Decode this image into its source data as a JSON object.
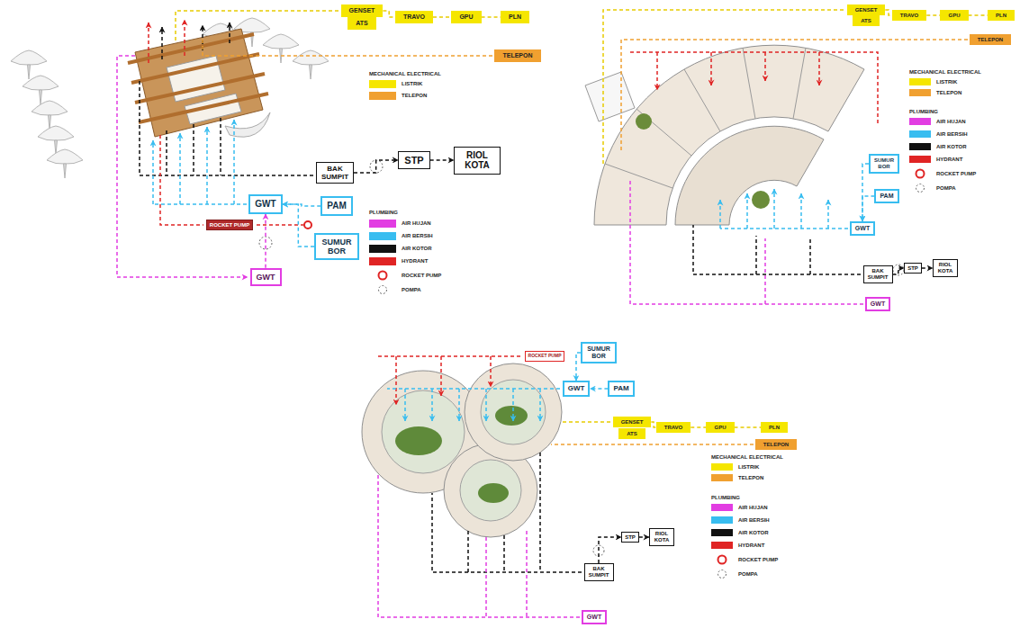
{
  "diagram": {
    "nodes": [
      {
        "text": [
          "GENSET"
        ]
      },
      {
        "text": [
          "ATS"
        ]
      },
      {
        "text": [
          "TRAVO"
        ]
      },
      {
        "text": [
          "GPU"
        ]
      },
      {
        "text": [
          "PLN"
        ]
      },
      {
        "text": [
          "TELEPON"
        ]
      },
      {
        "text": [
          "BAK SUMPIT"
        ]
      },
      {
        "text": [
          "STP"
        ]
      },
      {
        "text": [
          "RIOL KOTA"
        ]
      },
      {
        "text": [
          "GWT"
        ]
      },
      {
        "text": [
          "PAM"
        ]
      },
      {
        "text": [
          "ROCKET PUMP"
        ]
      },
      {
        "text": [
          "SUMUR BOR"
        ]
      },
      {
        "text": [
          "GWT"
        ]
      },
      {
        "text": [
          "GENSET"
        ]
      },
      {
        "text": [
          "ATS"
        ]
      },
      {
        "text": [
          "TRAVO"
        ]
      },
      {
        "text": [
          "GPU"
        ]
      },
      {
        "text": [
          "PLN"
        ]
      },
      {
        "text": [
          "TELEPON"
        ]
      },
      {
        "text": [
          "SUMUR BOR"
        ]
      },
      {
        "text": [
          "PAM"
        ]
      },
      {
        "text": [
          "GWT"
        ]
      },
      {
        "text": [
          "STP"
        ]
      },
      {
        "text": [
          "RIOL KOTA"
        ]
      },
      {
        "text": [
          "BAK SUMPIT"
        ]
      },
      {
        "text": [
          "GWT"
        ]
      },
      {
        "text": [
          "SUMUR BOR"
        ]
      },
      {
        "text": [
          "ROCKET PUMP"
        ]
      },
      {
        "text": [
          "GWT"
        ]
      },
      {
        "text": [
          "PAM"
        ]
      },
      {
        "text": [
          "GENSET"
        ]
      },
      {
        "text": [
          "ATS"
        ]
      },
      {
        "text": [
          "TRAVO"
        ]
      },
      {
        "text": [
          "GPU"
        ]
      },
      {
        "text": [
          "PLN"
        ]
      },
      {
        "text": [
          "TELEPON"
        ]
      },
      {
        "text": [
          "STP"
        ]
      },
      {
        "text": [
          "RIOL KOTA"
        ]
      },
      {
        "text": [
          "BAK SUMPIT"
        ]
      },
      {
        "text": [
          "GWT"
        ]
      }
    ],
    "edges": [
      {
        "from": 0,
        "to": 2,
        "arrow": "none"
      },
      {
        "from": 2,
        "to": 3,
        "arrow": "none"
      },
      {
        "from": 3,
        "to": 4,
        "arrow": "none"
      },
      {
        "from": 6,
        "to": 7,
        "arrow": "to"
      },
      {
        "from": 7,
        "to": 8,
        "arrow": "to"
      },
      {
        "from": 10,
        "to": 9,
        "arrow": "to"
      },
      {
        "from": 12,
        "to": 9,
        "arrow": "to"
      },
      {
        "from": 13,
        "to": 9,
        "arrow": "to"
      },
      {
        "from": 14,
        "to": 16,
        "arrow": "none"
      },
      {
        "from": 16,
        "to": 17,
        "arrow": "none"
      },
      {
        "from": 17,
        "to": 18,
        "arrow": "none"
      },
      {
        "from": 20,
        "to": 22,
        "arrow": "to"
      },
      {
        "from": 21,
        "to": 22,
        "arrow": "to"
      },
      {
        "from": 25,
        "to": 23,
        "arrow": "to"
      },
      {
        "from": 23,
        "to": 24,
        "arrow": "to"
      },
      {
        "from": 31,
        "to": 33,
        "arrow": "none"
      },
      {
        "from": 33,
        "to": 34,
        "arrow": "none"
      },
      {
        "from": 34,
        "to": 35,
        "arrow": "none"
      },
      {
        "from": 27,
        "to": 29,
        "arrow": "to"
      },
      {
        "from": 30,
        "to": 29,
        "arrow": "to"
      },
      {
        "from": 39,
        "to": 37,
        "arrow": "to"
      },
      {
        "from": 37,
        "to": 38,
        "arrow": "to"
      }
    ],
    "labels": [
      "MECHANICAL ELECTRICAL",
      "PLUMBING",
      "MECHANICAL ELECTRICAL",
      "PLUMBING",
      "MECHANICAL ELECTRICAL",
      "PLUMBING"
    ],
    "legend": [
      {
        "text": "LISTRIK",
        "color": "#f5e600"
      },
      {
        "text": "TELEPON",
        "color": "#f0a030"
      },
      {
        "text": "AIR HUJAN",
        "color": "#e23de2"
      },
      {
        "text": "AIR BERSIH",
        "color": "#38bdf0"
      },
      {
        "text": "AIR KOTOR",
        "color": "#111111"
      },
      {
        "text": "HYDRANT",
        "color": "#e02424"
      },
      {
        "text": "ROCKET PUMP"
      },
      {
        "text": "POMPA"
      },
      {
        "text": "LISTRIK",
        "color": "#f5e600"
      },
      {
        "text": "TELEPON",
        "color": "#f0a030"
      },
      {
        "text": "AIR HUJAN",
        "color": "#e23de2"
      },
      {
        "text": "AIR BERSIH",
        "color": "#38bdf0"
      },
      {
        "text": "AIR KOTOR",
        "color": "#111111"
      },
      {
        "text": "HYDRANT",
        "color": "#e02424"
      },
      {
        "text": "ROCKET PUMP"
      },
      {
        "text": "POMPA"
      },
      {
        "text": "LISTRIK",
        "color": "#f5e600"
      },
      {
        "text": "TELEPON",
        "color": "#f0a030"
      },
      {
        "text": "AIR HUJAN",
        "color": "#e23de2"
      },
      {
        "text": "AIR BERSIH",
        "color": "#38bdf0"
      },
      {
        "text": "AIR KOTOR",
        "color": "#111111"
      },
      {
        "text": "HYDRANT",
        "color": "#e02424"
      },
      {
        "text": "ROCKET PUMP"
      },
      {
        "text": "POMPA"
      }
    ]
  }
}
